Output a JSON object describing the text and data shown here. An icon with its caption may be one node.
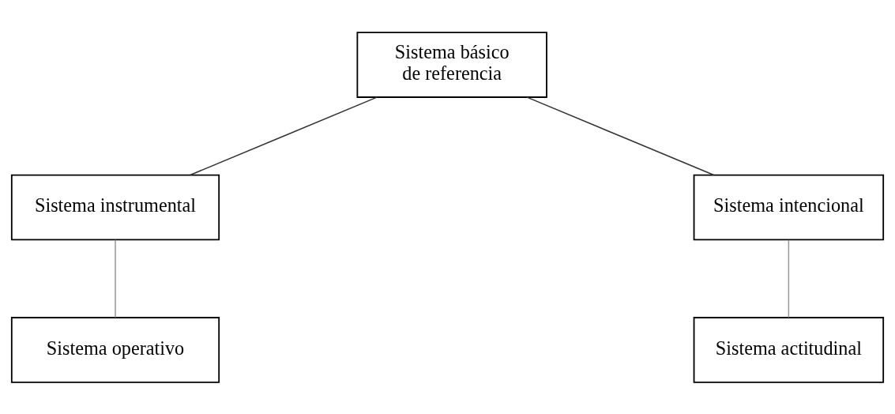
{
  "diagram": {
    "nodes": [
      {
        "text": [
          "Sistema básico de referencia"
        ]
      },
      {
        "text": [
          "Sistema instrumental"
        ]
      },
      {
        "text": [
          "Sistema intencional"
        ]
      },
      {
        "text": [
          "Sistema operativo"
        ]
      },
      {
        "text": [
          "Sistema actitudinal"
        ]
      }
    ],
    "edges": [
      {
        "from": 0,
        "to": 1,
        "arrow": "none"
      },
      {
        "from": 0,
        "to": 2,
        "arrow": "none"
      },
      {
        "from": 1,
        "to": 3,
        "arrow": "none",
        "color": "#999999"
      },
      {
        "from": 2,
        "to": 4,
        "arrow": "none",
        "color": "#999999"
      }
    ]
  }
}
